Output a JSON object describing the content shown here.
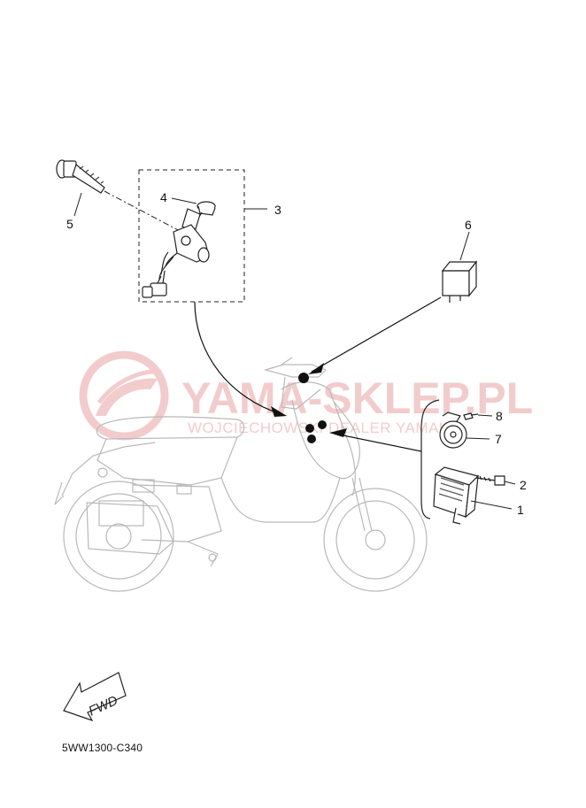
{
  "watermark": {
    "brand": "YAMA-SKLEP.PL",
    "tagline": "WOJCIECHOWSKI DEALER YAMAHA",
    "color": "#e8a3a6"
  },
  "callouts": {
    "c1": "1",
    "c2": "2",
    "c3": "3",
    "c4": "4",
    "c5": "5",
    "c6": "6",
    "c7": "7",
    "c8": "8"
  },
  "fwd_label": "FWD",
  "diagram_code": "5WW1300-C340"
}
